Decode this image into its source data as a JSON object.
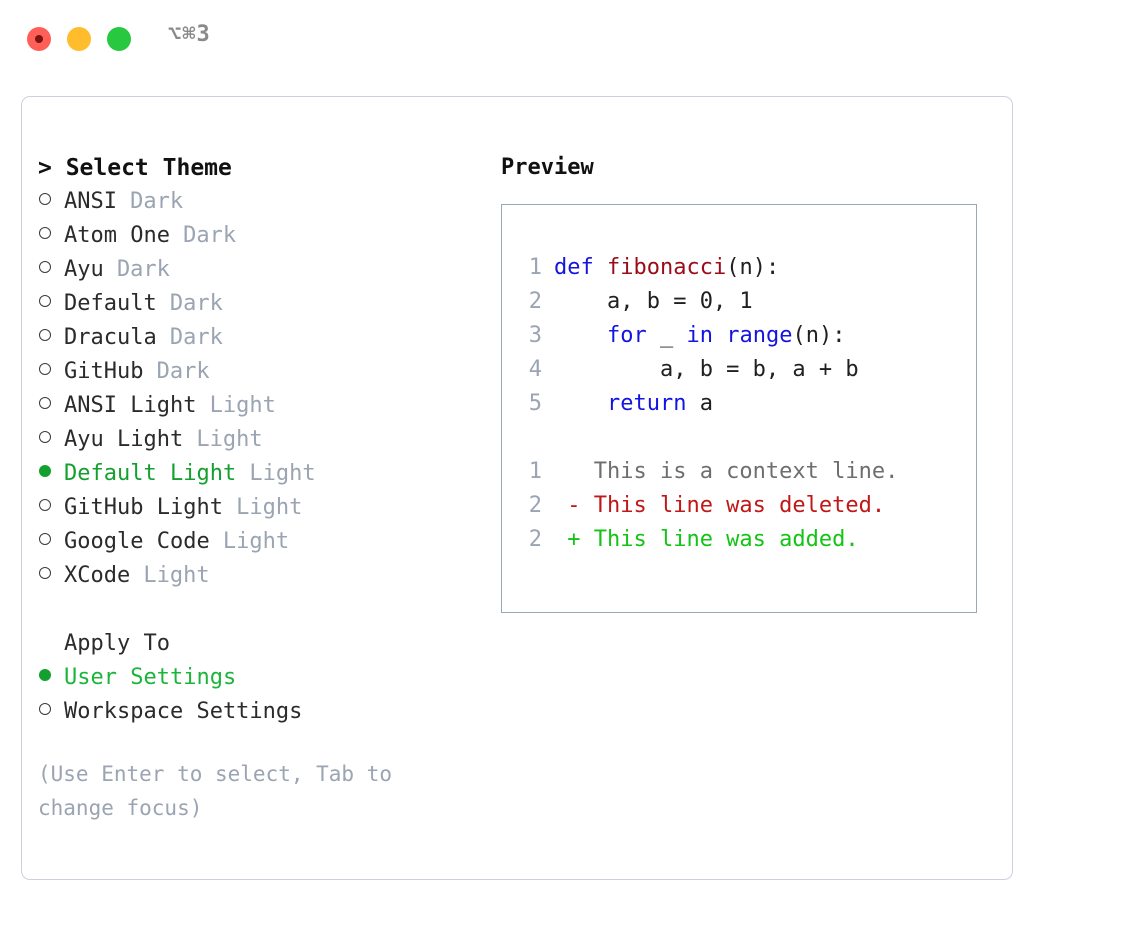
{
  "window": {
    "title": "⌥⌘3",
    "traffic_lights": [
      "close-button",
      "minimize-button",
      "maximize-button"
    ]
  },
  "theme_panel": {
    "header": "> Select Theme",
    "items": [
      {
        "marker": "empty",
        "label": "ANSI",
        "mode": "Dark",
        "selected": false
      },
      {
        "marker": "empty",
        "label": "Atom One",
        "mode": "Dark",
        "selected": false
      },
      {
        "marker": "empty",
        "label": "Ayu",
        "mode": "Dark",
        "selected": false
      },
      {
        "marker": "empty",
        "label": "Default",
        "mode": "Dark",
        "selected": false
      },
      {
        "marker": "empty",
        "label": "Dracula",
        "mode": "Dark",
        "selected": false
      },
      {
        "marker": "empty",
        "label": "GitHub",
        "mode": "Dark",
        "selected": false
      },
      {
        "marker": "empty",
        "label": "ANSI Light",
        "mode": "Light",
        "selected": false
      },
      {
        "marker": "empty",
        "label": "Ayu Light",
        "mode": "Light",
        "selected": false
      },
      {
        "marker": "filled",
        "label": "Default Light",
        "mode": "Light",
        "selected": true
      },
      {
        "marker": "empty",
        "label": "GitHub Light",
        "mode": "Light",
        "selected": false
      },
      {
        "marker": "empty",
        "label": "Google Code",
        "mode": "Light",
        "selected": false
      },
      {
        "marker": "empty",
        "label": "XCode",
        "mode": "Light",
        "selected": false
      }
    ],
    "apply_to": {
      "header": "Apply To",
      "items": [
        {
          "marker": "filled",
          "label": "User Settings",
          "selected": true
        },
        {
          "marker": "empty",
          "label": "Workspace Settings",
          "selected": false
        }
      ]
    },
    "hint": "(Use Enter to select, Tab to change focus)"
  },
  "preview": {
    "title": "Preview",
    "code_lines": [
      {
        "number": "1",
        "tokens": [
          {
            "text": "def ",
            "type": "kw"
          },
          {
            "text": "fibonacci",
            "type": "fn"
          },
          {
            "text": "(n):",
            "type": "pl"
          }
        ]
      },
      {
        "number": "2",
        "tokens": [
          {
            "text": "    a, b = 0, 1",
            "type": "pl"
          }
        ]
      },
      {
        "number": "3",
        "tokens": [
          {
            "text": "    ",
            "type": "pl"
          },
          {
            "text": "for",
            "type": "kw"
          },
          {
            "text": " _ ",
            "type": "pl"
          },
          {
            "text": "in",
            "type": "kw"
          },
          {
            "text": " ",
            "type": "pl"
          },
          {
            "text": "range",
            "type": "kw"
          },
          {
            "text": "(n):",
            "type": "pl"
          }
        ]
      },
      {
        "number": "4",
        "tokens": [
          {
            "text": "        a, b = b, a + b",
            "type": "pl"
          }
        ]
      },
      {
        "number": "5",
        "tokens": [
          {
            "text": "    ",
            "type": "pl"
          },
          {
            "text": "return",
            "type": "kw"
          },
          {
            "text": " a",
            "type": "pl"
          }
        ]
      }
    ],
    "diff_lines": [
      {
        "number": "1",
        "sign": " ",
        "text": "This is a context line.",
        "kind": "ctx"
      },
      {
        "number": "2",
        "sign": "-",
        "text": "This line was deleted.",
        "kind": "del"
      },
      {
        "number": "2",
        "sign": "+",
        "text": "This line was added.",
        "kind": "add"
      }
    ]
  },
  "colors": {
    "selected_green": "#14a02e",
    "accent_green": "#1bb53a",
    "muted": "#9aa4b2",
    "keyword_blue": "#1414e0",
    "function_red": "#9b0b18",
    "diff_delete": "#c01717",
    "diff_add": "#14c414",
    "panel_border": "#9aa7b8",
    "box_border": "#ccd2dd"
  }
}
